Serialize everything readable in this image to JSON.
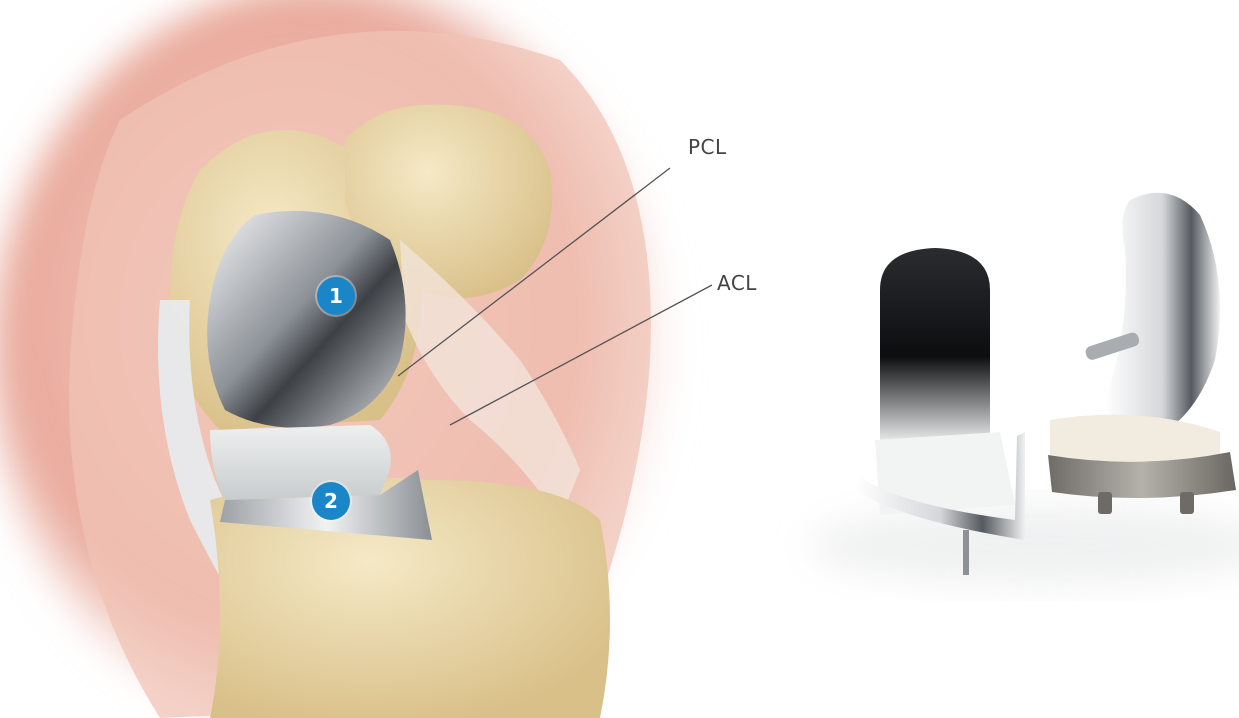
{
  "callouts": {
    "pcl_label": "PCL",
    "acl_label": "ACL"
  },
  "markers": {
    "femoral_component_number": "1",
    "tibial_component_number": "2"
  },
  "colors": {
    "marker_fill": "#1a86c8",
    "leader_line": "#555555",
    "skin": "#e8a89a",
    "bone": "#e9d8a8",
    "metal": "#c9ccd0"
  }
}
